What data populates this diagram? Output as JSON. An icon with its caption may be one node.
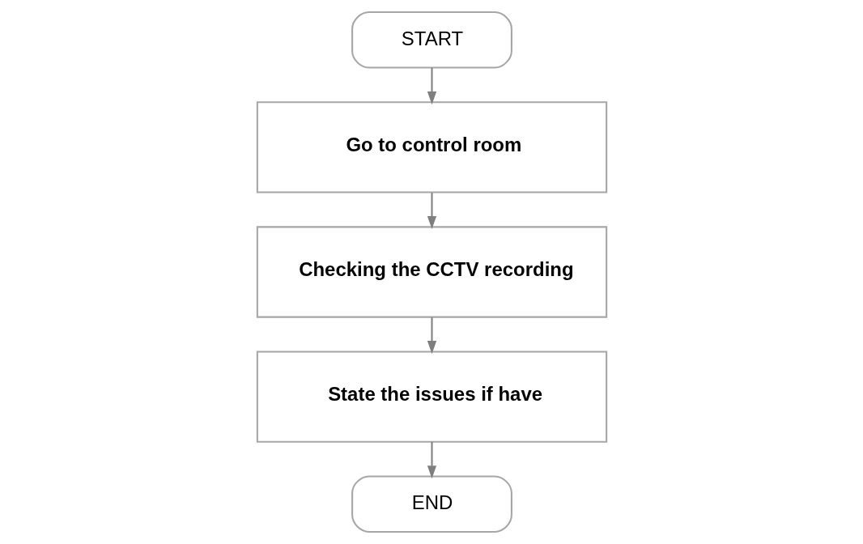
{
  "diagram": {
    "nodes": [
      {
        "text": [
          "START"
        ]
      },
      {
        "text": [
          "Go to control room"
        ]
      },
      {
        "text": [
          "Checking the CCTV recording"
        ]
      },
      {
        "text": [
          "State the issues if have"
        ]
      },
      {
        "text": [
          "END"
        ]
      }
    ],
    "edges": [
      {
        "from": 0,
        "to": 1,
        "arrow": "to"
      },
      {
        "from": 1,
        "to": 2,
        "arrow": "to"
      },
      {
        "from": 2,
        "to": 3,
        "arrow": "to"
      },
      {
        "from": 3,
        "to": 4,
        "arrow": "to"
      }
    ]
  }
}
